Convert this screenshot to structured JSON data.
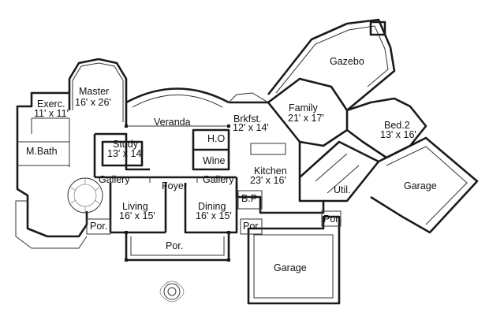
{
  "rooms": {
    "gazebo": {
      "name": "Gazebo"
    },
    "master": {
      "name": "Master",
      "size": "16' x 26'"
    },
    "exercise": {
      "name": "Exerc.",
      "size": "11' x 11'"
    },
    "veranda": {
      "name": "Veranda"
    },
    "breakfast": {
      "name": "Brkfst.",
      "size": "12' x 14'"
    },
    "family": {
      "name": "Family",
      "size": "21' x 17'"
    },
    "bed2": {
      "name": "Bed.2",
      "size": "13' x 16'"
    },
    "hallway_office": {
      "name": "H.O"
    },
    "master_bath": {
      "name": "M.Bath"
    },
    "study": {
      "name": "Study",
      "size": "13' x 14'"
    },
    "wine": {
      "name": "Wine"
    },
    "kitchen": {
      "name": "Kitchen",
      "size": "23' x 16'"
    },
    "gallery_left": {
      "name": "Gallery"
    },
    "foyer": {
      "name": "Foyer"
    },
    "gallery_right": {
      "name": "Gallery"
    },
    "utility": {
      "name": "Util."
    },
    "garage_right": {
      "name": "Garage"
    },
    "butler_pantry": {
      "name": "B.P"
    },
    "living": {
      "name": "Living",
      "size": "16' x 15'"
    },
    "dining": {
      "name": "Dining",
      "size": "16' x 15'"
    },
    "porch_left": {
      "name": "Por."
    },
    "porch_mid": {
      "name": "Por."
    },
    "porch_right": {
      "name": "Por."
    },
    "porch_front": {
      "name": "Por."
    },
    "garage_bottom": {
      "name": "Garage"
    }
  }
}
